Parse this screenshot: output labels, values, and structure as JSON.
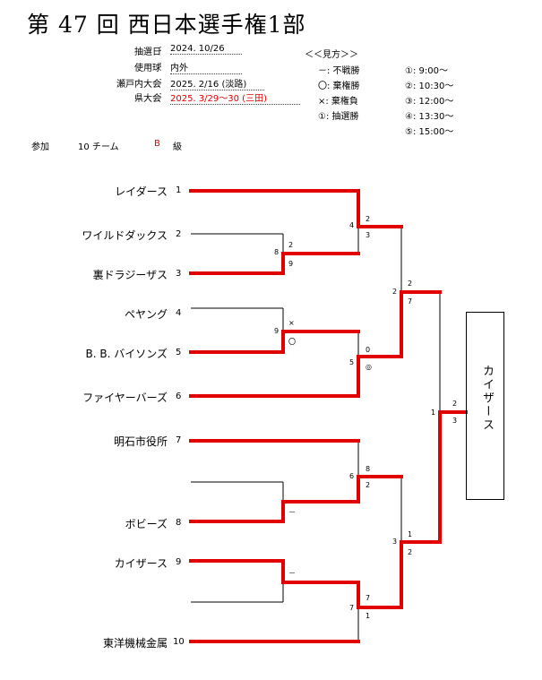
{
  "title": "第 47 回 西日本選手権1部",
  "info": {
    "rows": [
      {
        "label": "抽選日",
        "value": "2024. 10/26"
      },
      {
        "label": "使用球",
        "value": "内外"
      },
      {
        "label": "瀬戸内大会",
        "value": "2025. 2/16 (淡路)"
      },
      {
        "label": "県大会",
        "value": "2025. 3/29〜30 (三田)"
      }
    ],
    "colon": ":"
  },
  "legend": {
    "heading": "＜＜見方＞＞",
    "items": [
      "－: 不戦勝",
      "〇: 棄権勝",
      "×: 棄権負",
      "①: 抽選勝"
    ],
    "times": [
      "①: 9:00〜",
      "②: 10:30〜",
      "③: 12:00〜",
      "④: 13:30〜",
      "⑤: 15:00〜"
    ]
  },
  "participation": {
    "label": "参加",
    "count": "10 チーム",
    "grade": "B",
    "grade_suffix": "級"
  },
  "teams": [
    {
      "name": "レイダース",
      "num": "1"
    },
    {
      "name": "ワイルドダックス",
      "num": "2"
    },
    {
      "name": "裏ドラジーザス",
      "num": "3"
    },
    {
      "name": "ペヤング",
      "num": "4"
    },
    {
      "name": "B. B. バイソンズ",
      "num": "5"
    },
    {
      "name": "ファイヤーバーズ",
      "num": "6"
    },
    {
      "name": "明石市役所",
      "num": "7"
    },
    {
      "name": "ボビーズ",
      "num": "8"
    },
    {
      "name": "カイザース",
      "num": "9"
    },
    {
      "name": "東洋機械金属",
      "num": "10"
    }
  ],
  "games": {
    "g8": {
      "no": "8",
      "top": "2",
      "bottom": "9"
    },
    "g9": {
      "no": "9",
      "top": "×",
      "bottom": "〇"
    },
    "g4": {
      "no": "4",
      "top": "2",
      "bottom": "3"
    },
    "g5": {
      "no": "5",
      "top": "0",
      "bottom": "◎"
    },
    "g2": {
      "no": "2",
      "top": "2",
      "bottom": "7"
    },
    "g6": {
      "no": "6",
      "top": "8",
      "bottom": "2"
    },
    "g10a": {
      "top": "－"
    },
    "g10b": {
      "top": "－"
    },
    "g7": {
      "no": "7",
      "top": "7",
      "bottom": "1"
    },
    "g3": {
      "no": "3",
      "top": "1",
      "bottom": "2"
    },
    "g1": {
      "no": "1",
      "top": "2",
      "bottom": "3"
    }
  },
  "champion": "カイザース"
}
